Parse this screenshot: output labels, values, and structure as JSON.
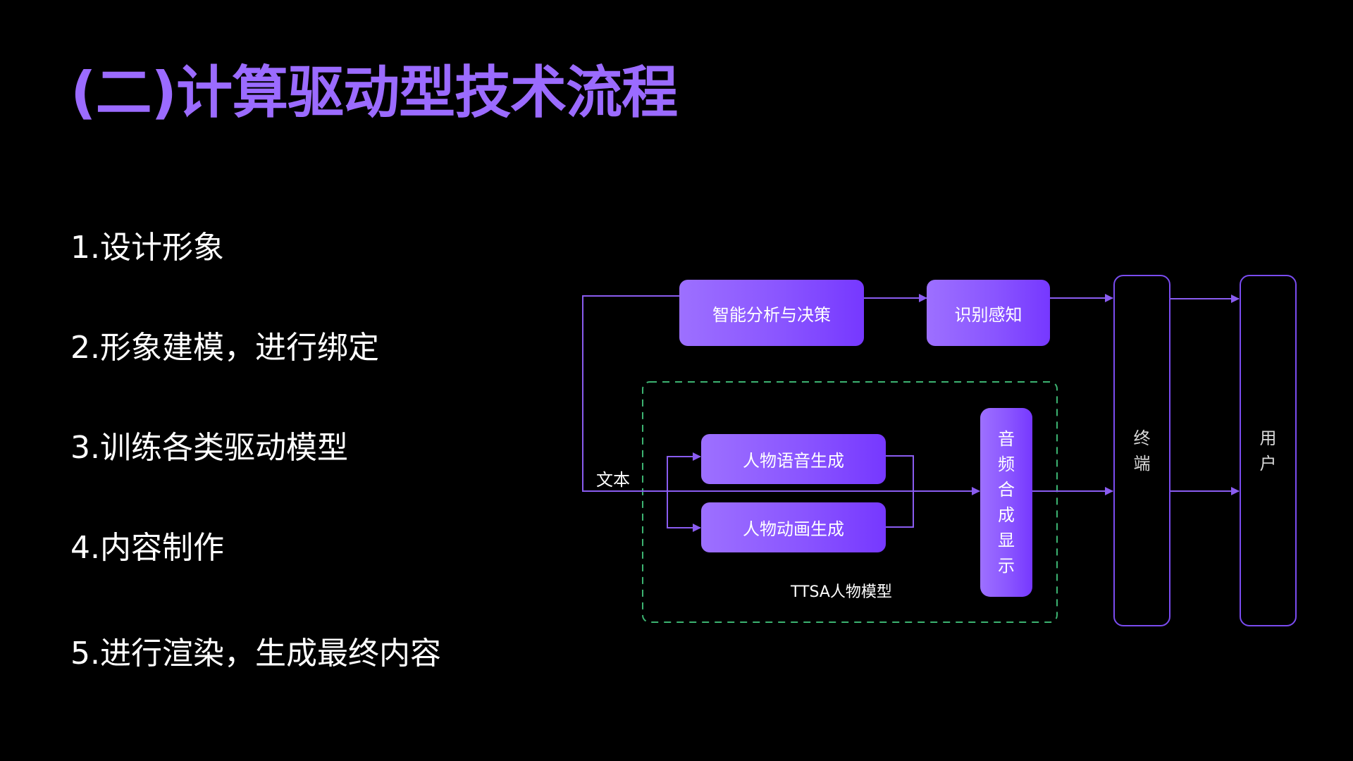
{
  "slide": {
    "title": "(二)计算驱动型技术流程",
    "title_color": "#9b6bff"
  },
  "steps": [
    {
      "label": "1.设计形象"
    },
    {
      "label": "2.形象建模，进行绑定"
    },
    {
      "label": "3.训练各类驱动模型"
    },
    {
      "label": "4.内容制作"
    },
    {
      "label": "5.进行渲染，生成最终内容"
    }
  ],
  "diagram": {
    "colors": {
      "node_gradient_start": "#9d70ff",
      "node_gradient_end": "#7638ff",
      "connector": "#8a5cf0",
      "group_border": "#3cb371",
      "outline_border": "#7a4cf0"
    },
    "nodes": {
      "analysis": "智能分析与决策",
      "perception": "识别感知",
      "speech": "人物语音生成",
      "animation": "人物动画生成",
      "synthesis": [
        "音",
        "频",
        "合",
        "成",
        "显",
        "示"
      ],
      "terminal": [
        "终",
        "端"
      ],
      "user": [
        "用",
        "户"
      ]
    },
    "input_label": "文本",
    "group_label": "TTSA人物模型"
  }
}
